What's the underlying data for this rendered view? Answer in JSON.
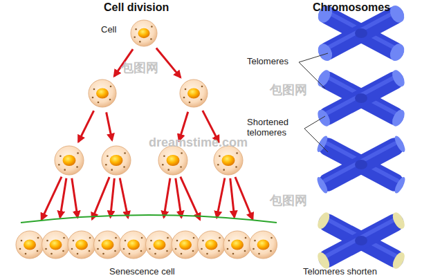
{
  "diagram": {
    "labels": [
      "Cell division",
      "Chromosomes",
      "Cell",
      "Telomeres",
      "Shortened telomeres",
      "Senescence cell",
      "Telomeres shorten",
      "包图网",
      "包图网",
      "包图网",
      "dreamstime.com"
    ]
  }
}
